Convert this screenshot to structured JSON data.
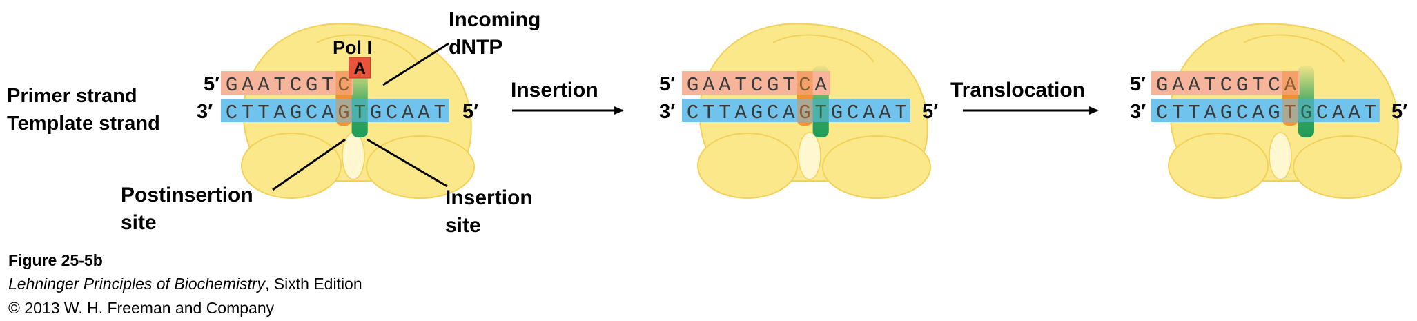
{
  "colors": {
    "polymerase": "#fbe88a",
    "polymerase_edge": "#f2d15a",
    "primer": "#f6b49a",
    "template": "#6fc3ec",
    "postinsertion_site": "#f28a2e",
    "insertion_site": "#1e9c5a",
    "incoming_dntp": "#e8533a"
  },
  "labels": {
    "primer_strand": "Primer strand",
    "template_strand": "Template strand",
    "pol": "Pol I",
    "incoming_line1": "Incoming",
    "incoming_line2": "dNTP",
    "incoming_base": "A",
    "postinsertion_line1": "Postinsertion",
    "postinsertion_line2": "site",
    "insertion_line1": "Insertion",
    "insertion_line2": "site",
    "prime5": "5′",
    "prime3": "3′"
  },
  "steps": [
    {
      "name": "initial",
      "primer": [
        "G",
        "A",
        "A",
        "T",
        "C",
        "G",
        "T",
        "C"
      ],
      "template": [
        "C",
        "T",
        "T",
        "A",
        "G",
        "C",
        "A",
        "G",
        "T",
        "G",
        "C",
        "A",
        "A",
        "T"
      ]
    },
    {
      "name": "after-insertion",
      "primer": [
        "G",
        "A",
        "A",
        "T",
        "C",
        "G",
        "T",
        "C",
        "A"
      ],
      "template": [
        "C",
        "T",
        "T",
        "A",
        "G",
        "C",
        "A",
        "G",
        "T",
        "G",
        "C",
        "A",
        "A",
        "T"
      ]
    },
    {
      "name": "after-translocation",
      "primer": [
        "G",
        "A",
        "A",
        "T",
        "C",
        "G",
        "T",
        "C",
        "A"
      ],
      "template": [
        "C",
        "T",
        "T",
        "A",
        "G",
        "C",
        "A",
        "G",
        "T",
        "G",
        "C",
        "A",
        "A",
        "T"
      ]
    }
  ],
  "arrows": [
    "Insertion",
    "Translocation"
  ],
  "caption": {
    "figure": "Figure 25-5b",
    "book_title": "Lehninger Principles of Biochemistry",
    "edition": ", Sixth Edition",
    "copyright": "© 2013 W. H. Freeman and Company"
  }
}
